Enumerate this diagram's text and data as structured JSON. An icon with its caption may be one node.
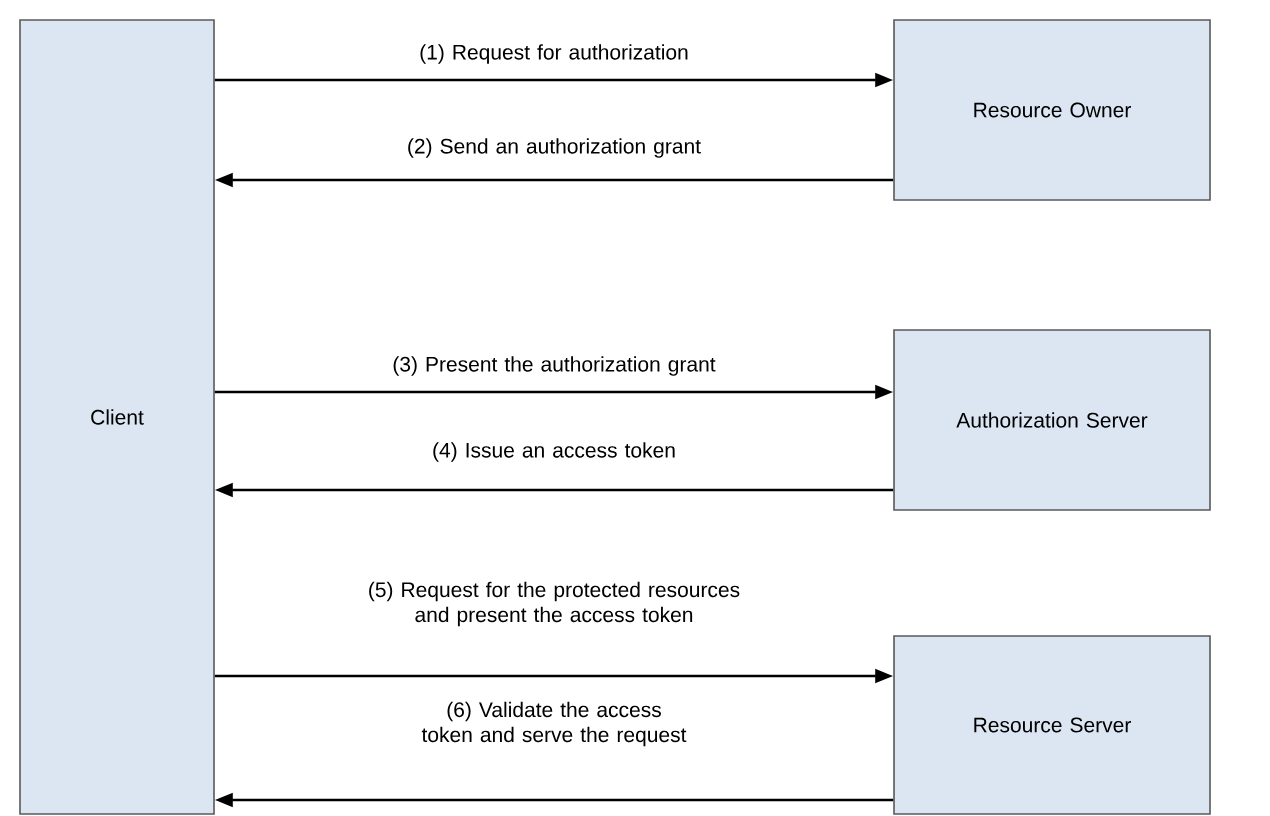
{
  "diagram": {
    "nodes": [
      {
        "text": [
          "Client"
        ]
      },
      {
        "text": [
          "Resource Owner"
        ]
      },
      {
        "text": [
          "Authorization Server"
        ]
      },
      {
        "text": [
          "Resource Server"
        ]
      }
    ],
    "edges": [
      {
        "from": 0,
        "to": 1,
        "arrow": "to",
        "label": "(1) Request for authorization"
      },
      {
        "from": 1,
        "to": 0,
        "arrow": "to",
        "label": "(2) Send an authorization grant"
      },
      {
        "from": 0,
        "to": 2,
        "arrow": "to",
        "label": "(3) Present the authorization grant"
      },
      {
        "from": 2,
        "to": 0,
        "arrow": "to",
        "label": "(4) Issue an access token"
      },
      {
        "from": 0,
        "to": 3,
        "arrow": "to",
        "label": "(5) Request for the protected resources and present the access token"
      },
      {
        "from": 3,
        "to": 0,
        "arrow": "to",
        "label": "(6) Validate the access token and serve the request"
      }
    ]
  }
}
